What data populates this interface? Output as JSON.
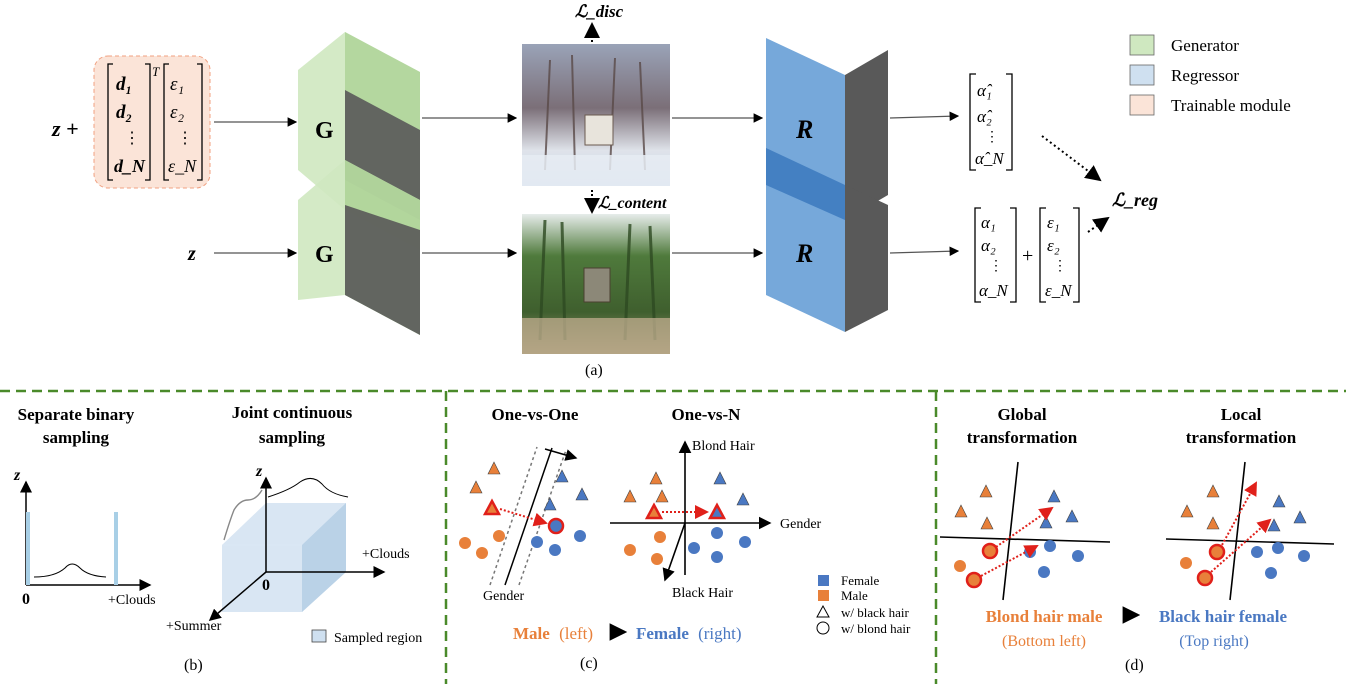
{
  "colors": {
    "generator": "#cfe8c0",
    "regressor": "#6fa3d8",
    "trainable": "#fbe4d8",
    "trainable_border": "#f0a080",
    "dark": "#595959",
    "orange": "#e8803a",
    "blue": "#4a78c2",
    "red": "#e0201a",
    "green_dash": "#4a8a2a",
    "sampled": "#cfe0f0"
  },
  "panel_a": {
    "z_plus": "z  +",
    "d_labels": [
      "d₁",
      "d₂",
      "⋮",
      "d_N"
    ],
    "transpose": "T",
    "eps_labels": [
      "ε₁",
      "ε₂",
      "⋮",
      "ε_N"
    ],
    "z_bottom": "z",
    "G": "G",
    "R": "R",
    "loss_disc": "ℒ_disc",
    "loss_content": "ℒ_content",
    "loss_reg": "ℒ_reg",
    "alpha_hat": [
      "α̂₁",
      "α̂₂",
      "⋮",
      "α̂_N"
    ],
    "alpha": [
      "α₁",
      "α₂",
      "⋮",
      "α_N"
    ],
    "eps2": [
      "ε₁",
      "ε₂",
      "⋮",
      "ε_N"
    ],
    "plus": "+",
    "caption": "(a)",
    "legend": [
      {
        "label": "Generator",
        "color": "#cfe8c0"
      },
      {
        "label": "Regressor",
        "color": "#cfe0f0"
      },
      {
        "label": "Trainable module",
        "color": "#fbe4d8"
      }
    ]
  },
  "panel_b": {
    "title1": [
      "Separate binary",
      "sampling"
    ],
    "title2": [
      "Joint continuous",
      "sampling"
    ],
    "z": "z",
    "zero": "0",
    "clouds": "+Clouds",
    "z2": "z",
    "zero2": "0",
    "clouds2": "+Clouds",
    "summer": "+Summer",
    "sampled_region": "Sampled region",
    "caption": "(b)"
  },
  "panel_c": {
    "title1": "One-vs-One",
    "title2": "One-vs-N",
    "gender_axis": "Gender",
    "blond_axis": "Blond Hair",
    "black_axis": "Black Hair",
    "gender_axis2": "Gender",
    "legend": [
      "Female",
      "Male",
      "w/ black hair",
      "w/ blond hair"
    ],
    "bottom_male": "Male",
    "bottom_left": "(left)",
    "bottom_female": "Female",
    "bottom_right": "(right)",
    "caption": "(c)"
  },
  "panel_d": {
    "title1": [
      "Global",
      "transformation"
    ],
    "title2": [
      "Local",
      "transformation"
    ],
    "from_label": "Blond hair male",
    "from_sub": "(Bottom left)",
    "to_label": "Black hair female",
    "to_sub": "(Top right)",
    "caption": "(d)"
  }
}
